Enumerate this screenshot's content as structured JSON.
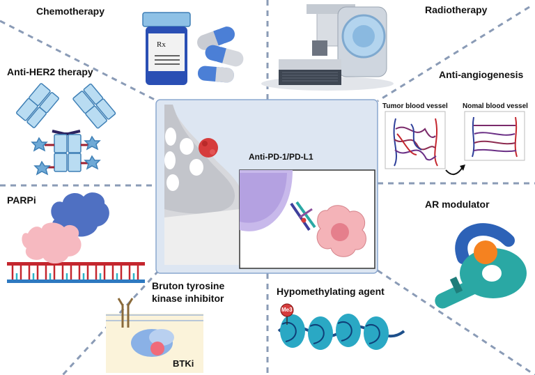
{
  "colors": {
    "divider": "#8a9bb6",
    "center_bg": "#dde6f2",
    "center_border": "#8aa7cf",
    "tumor": "#d63c3c",
    "pink_cell": "#f4b3b8",
    "purple_cell": "#c8b9eb",
    "antibody": "#b9dcf2",
    "antibody_stroke": "#3e7fb5",
    "teal": "#2aa8a4",
    "blue_protein": "#4a73c9",
    "orange": "#f58220",
    "red_vessel": "#c4262e",
    "blue_vessel": "#2e3f9a"
  },
  "icons": {
    "chemotherapy": "pill-bottle-and-capsules",
    "radiotherapy": "linear-accelerator",
    "anti_her2": "antibody",
    "anti_angiogenesis": "blood-vessel-networks",
    "parpi": "parp-enzyme-on-dna",
    "ar_modulator": "androgen-receptor",
    "btki": "membrane-receptor-and-kinase",
    "hypomethylating": "nucleosome-chain",
    "center": "breast-tumor-and-immune-synapse"
  },
  "labels": {
    "chemotherapy": "Chemotherapy",
    "radiotherapy": "Radiotherapy",
    "anti_her2": "Anti-HER2 therapy",
    "anti_angiogenesis": "Anti-angiogenesis",
    "tumor_vessel": "Tumor blood vessel",
    "normal_vessel": "Nomal blood vessel",
    "parpi": "PARPi",
    "ar_modulator": "AR modulator",
    "anti_pd1": "Anti-PD-1/PD-L1",
    "btk_line1": "Bruton tyrosine",
    "btk_line2": "kinase inhibitor",
    "btki": "BTKi",
    "hypomethylating": "Hypomethylating agent",
    "me3": "Me3",
    "rx": "Rx"
  }
}
